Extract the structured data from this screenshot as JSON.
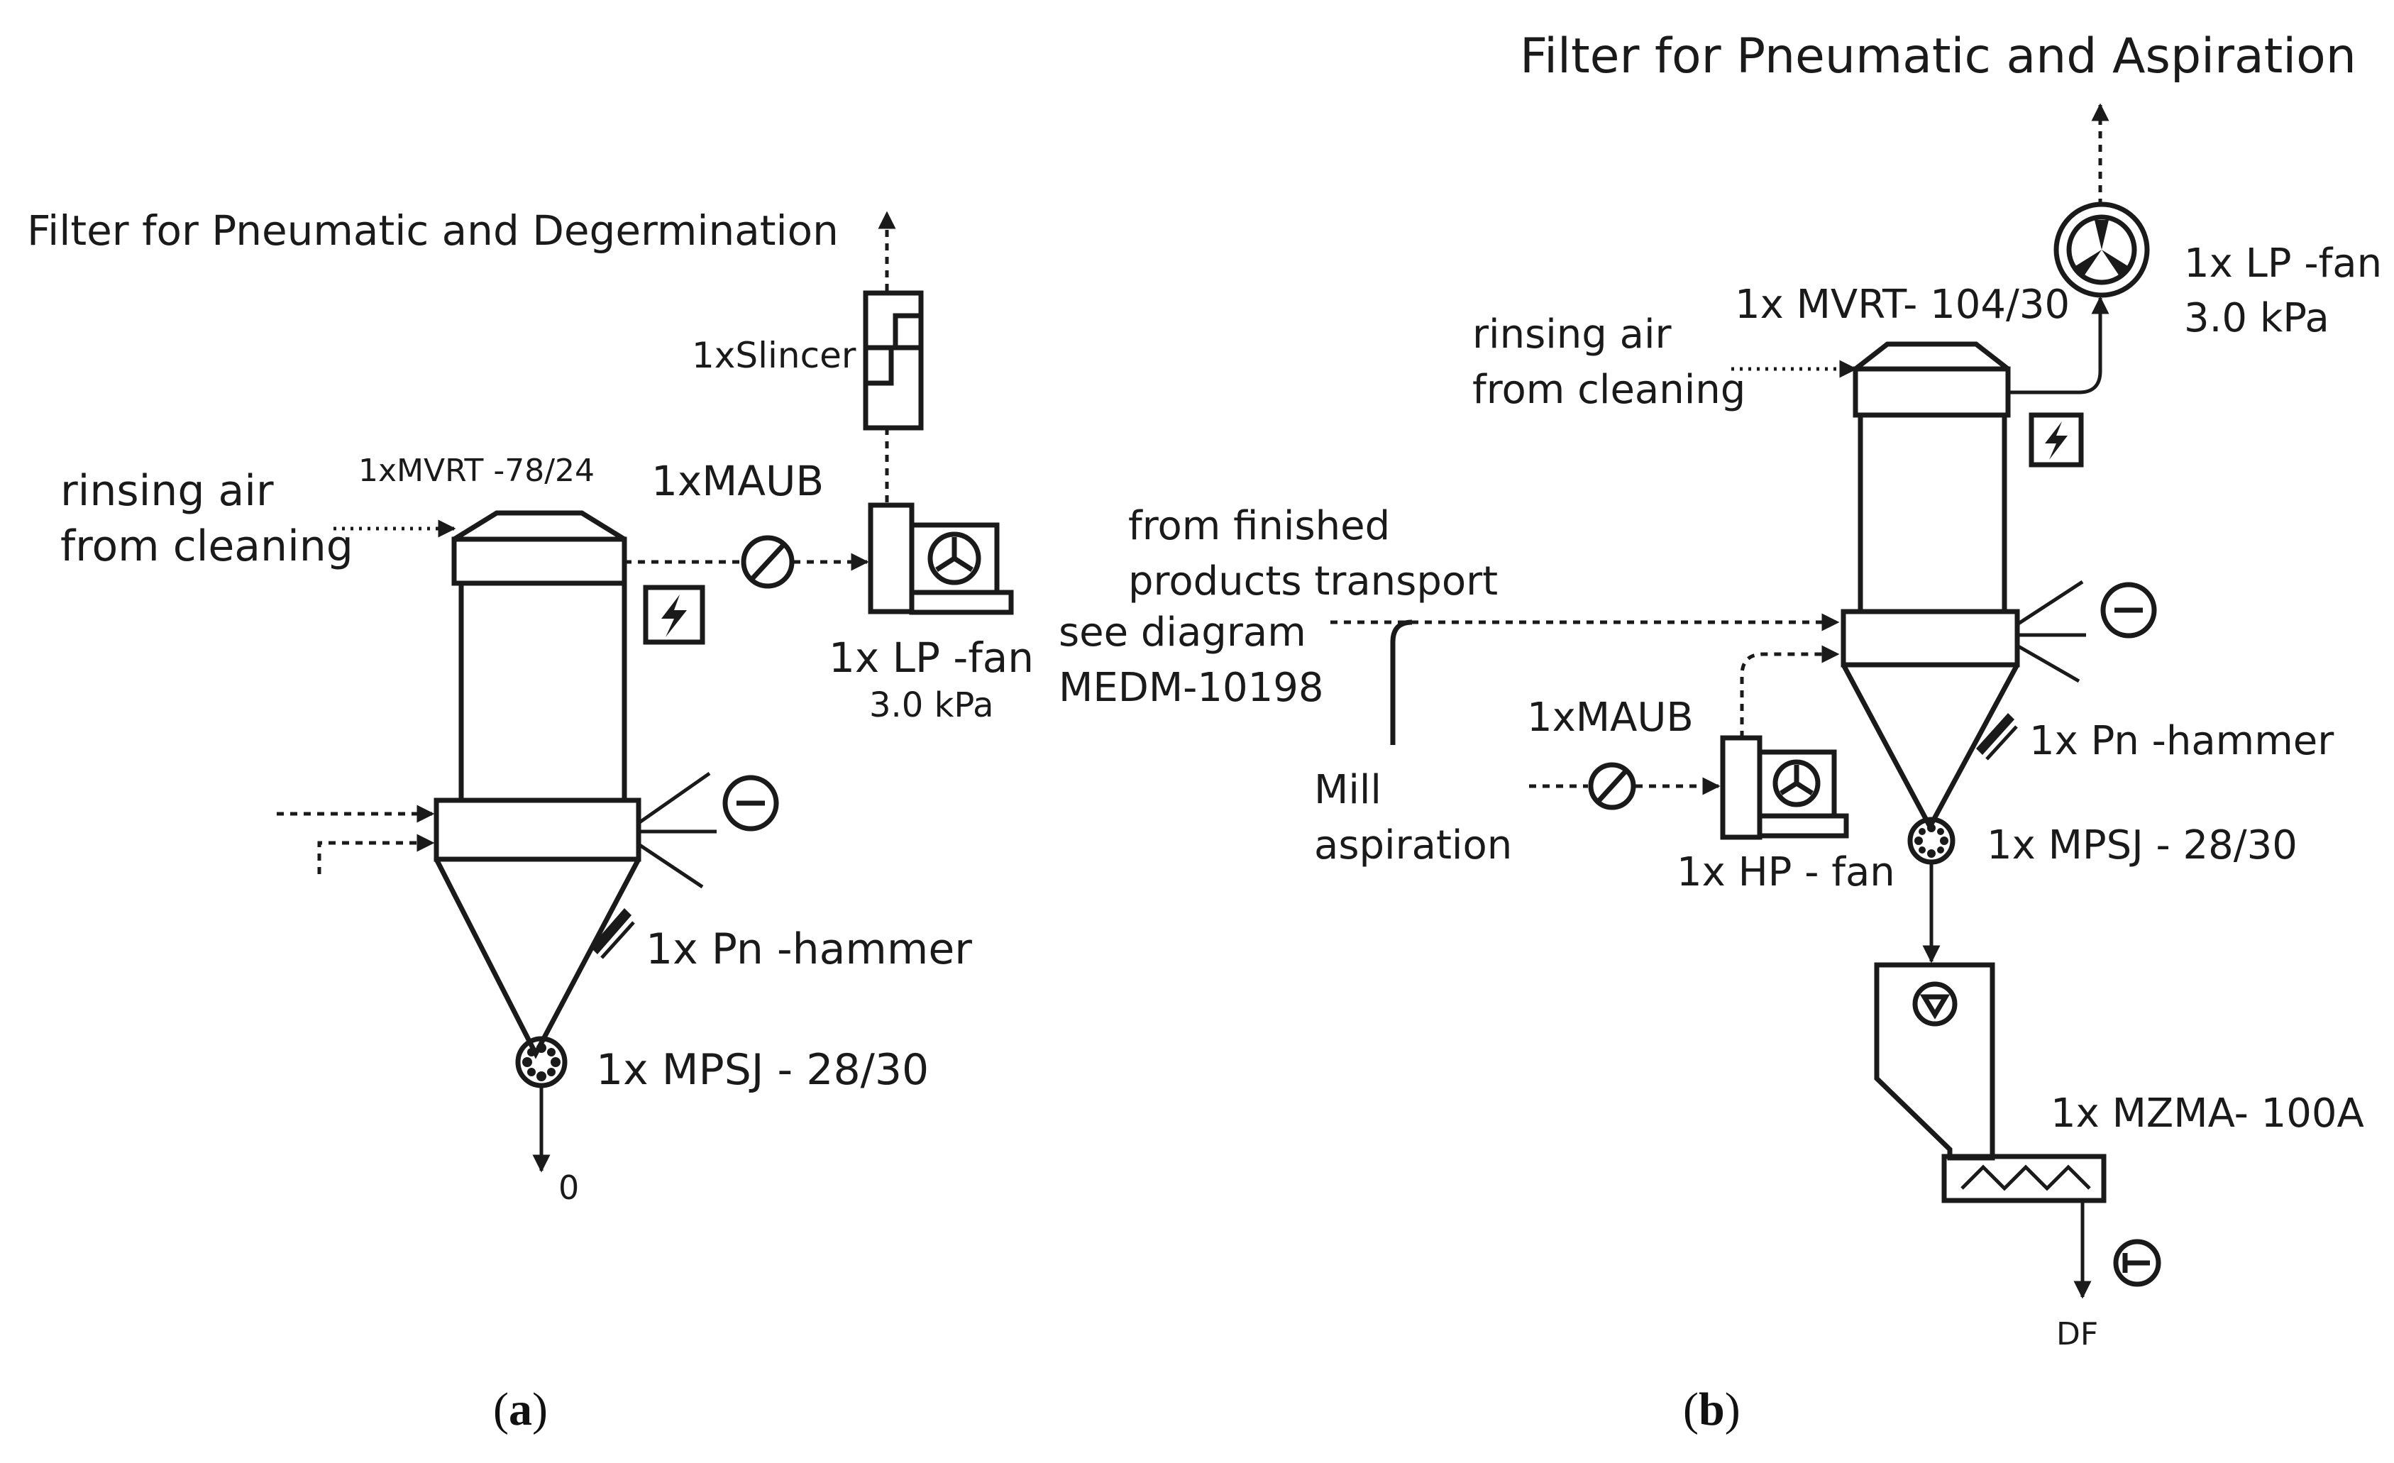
{
  "panel_a": {
    "title": "Filter for Pneumatic and Degermination",
    "silencer_label": "1xSlincer",
    "filter_label": "1xMVRT -78/24",
    "rinsing_air_line1": "rinsing air",
    "rinsing_air_line2": "from cleaning",
    "maub_label": "1xMAUB",
    "fan_label": "1x LP -fan",
    "fan_pressure": "3.0 kPa",
    "hammer_label": "1x Pn -hammer",
    "valve_label": "1x MPSJ - 28/30",
    "outlet_label": "0",
    "caption": "a"
  },
  "center": {
    "from_line1": "from finished",
    "from_line2": "products transport",
    "see_line1": "see diagram",
    "see_line2": "MEDM-10198",
    "mill_line1": "Mill",
    "mill_line2": "aspiration"
  },
  "panel_b": {
    "title": "Filter for Pneumatic and Aspiration",
    "fan_label": "1x LP -fan",
    "fan_pressure": "3.0 kPa",
    "filter_label": "1x MVRT- 104/30",
    "rinsing_air_line1": "rinsing air",
    "rinsing_air_line2": "from cleaning",
    "maub_label": "1xMAUB",
    "hp_fan_label": "1x HP - fan",
    "hammer_label": "1x Pn -hammer",
    "valve_label": "1x MPSJ - 28/30",
    "mixer_label": "1x MZMA- 100A",
    "outlet_label": "DF",
    "caption": "b"
  }
}
